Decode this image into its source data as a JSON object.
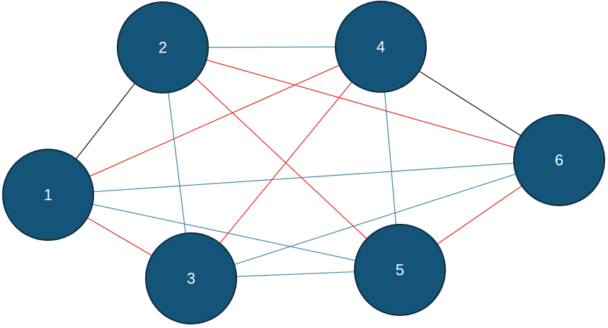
{
  "colors": {
    "node_fill": "#135478",
    "node_label": "#ffffff",
    "edge_black": "#1a1a1a",
    "edge_blue": "#4a8fb0",
    "edge_red": "#e0322e",
    "background": "#ffffff"
  },
  "nodes": [
    {
      "id": "1",
      "label": "1"
    },
    {
      "id": "2",
      "label": "2"
    },
    {
      "id": "3",
      "label": "3"
    },
    {
      "id": "4",
      "label": "4"
    },
    {
      "id": "5",
      "label": "5"
    },
    {
      "id": "6",
      "label": "6"
    }
  ],
  "edges": [
    {
      "from": "1",
      "to": "2",
      "color": "black"
    },
    {
      "from": "4",
      "to": "6",
      "color": "black"
    },
    {
      "from": "2",
      "to": "4",
      "color": "blue"
    },
    {
      "from": "2",
      "to": "3",
      "color": "blue"
    },
    {
      "from": "4",
      "to": "5",
      "color": "blue"
    },
    {
      "from": "1",
      "to": "6",
      "color": "blue"
    },
    {
      "from": "1",
      "to": "5",
      "color": "blue"
    },
    {
      "from": "3",
      "to": "6",
      "color": "blue"
    },
    {
      "from": "3",
      "to": "5",
      "color": "blue"
    },
    {
      "from": "2",
      "to": "6",
      "color": "red"
    },
    {
      "from": "2",
      "to": "5",
      "color": "red"
    },
    {
      "from": "1",
      "to": "4",
      "color": "red"
    },
    {
      "from": "3",
      "to": "4",
      "color": "red"
    },
    {
      "from": "1",
      "to": "3",
      "color": "red"
    },
    {
      "from": "5",
      "to": "6",
      "color": "red"
    }
  ]
}
